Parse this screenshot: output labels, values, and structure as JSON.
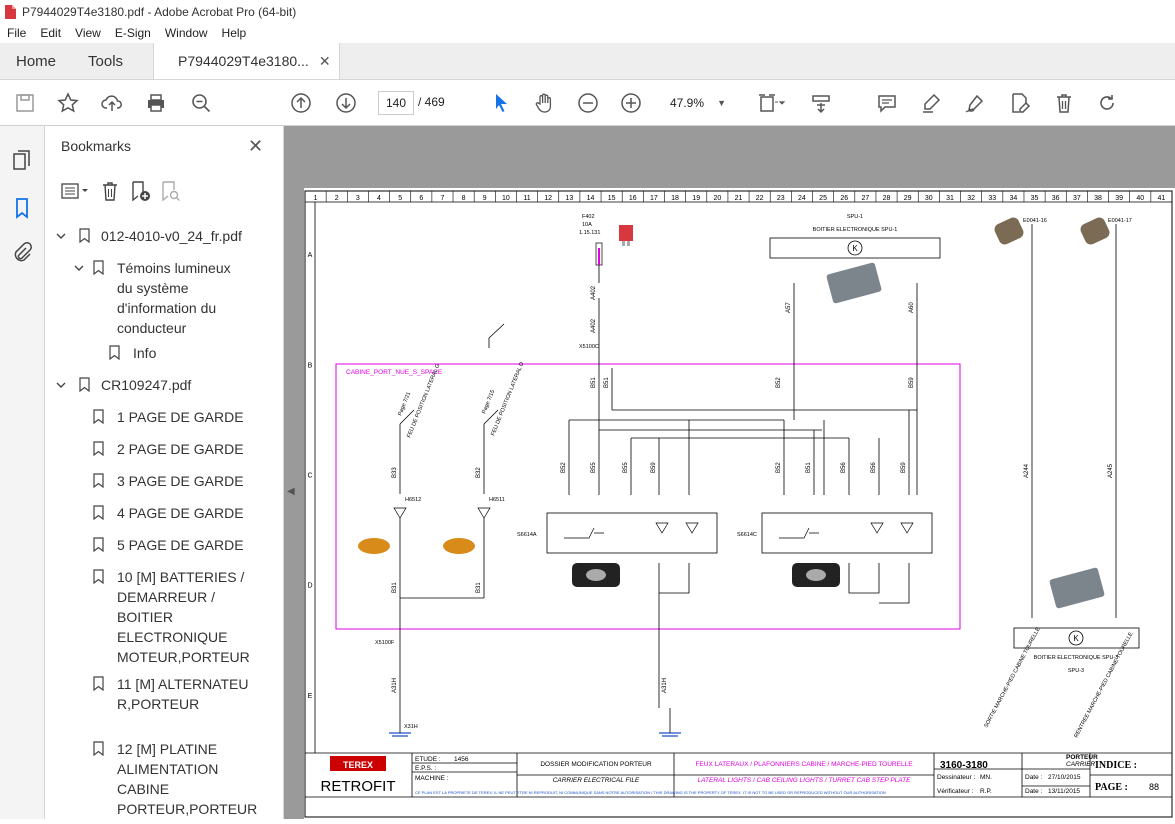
{
  "window": {
    "title": "P7944029T4e3180.pdf - Adobe Acrobat Pro (64-bit)"
  },
  "menu": [
    "File",
    "Edit",
    "View",
    "E-Sign",
    "Window",
    "Help"
  ],
  "tabs": {
    "home": "Home",
    "tools": "Tools",
    "doc": "P7944029T4e3180..."
  },
  "toolbar": {
    "page_current": "140",
    "page_total": "/  469",
    "zoom": "47.9%"
  },
  "bookmarks": {
    "title": "Bookmarks",
    "items": [
      "012-4010-v0_24_fr.pdf",
      "Témoins lumineux du système d'information du conducteur",
      "Info",
      "CR109247.pdf",
      "1 PAGE DE GARDE",
      "2 PAGE DE GARDE",
      "3 PAGE DE GARDE",
      "4 PAGE DE GARDE",
      "5 PAGE DE GARDE",
      "10 [M] BATTERIES / DEMARREUR / BOITIER ELECTRONIQUE MOTEUR,PORTEUR",
      "11 [M] ALTERNATEUR,PORTEUR",
      "12 [M] PLATINE ALIMENTATION CABINE PORTEUR,PORTEUR"
    ]
  },
  "schematic": {
    "cols": [
      "1",
      "2",
      "3",
      "4",
      "5",
      "6",
      "7",
      "8",
      "9",
      "10",
      "11",
      "12",
      "13",
      "14",
      "15",
      "16",
      "17",
      "18",
      "19",
      "20",
      "21",
      "22",
      "23",
      "24",
      "25",
      "26",
      "27",
      "28",
      "29",
      "30",
      "31",
      "32",
      "33",
      "34",
      "35",
      "36",
      "37",
      "38",
      "39",
      "40",
      "41"
    ],
    "rows": [
      "A",
      "B",
      "C",
      "D",
      "E"
    ],
    "box_label": "CABINE_PORT_NUE_S_SPACE",
    "spu1": "SPU-1",
    "spu1_label": "BOITIER ELECTRONIQUE SPU-1",
    "spu3": "SPU-3",
    "spu3_label": "BOITIER ELECTRONIQUE SPU-3",
    "fuse": "F402",
    "fuse2": "10A",
    "fuse3": "1.15.131",
    "feu_g": "FEU DE POSITION LATERAL G",
    "feu_d": "FEU DE POSITION LATERAL D",
    "page_a": "Page 7/21",
    "page_b": "Page 7/15",
    "h6512": "H6512",
    "h6511": "H6511",
    "s6614a": "S6614A",
    "s6614c": "S6614C",
    "wires": [
      "B33",
      "B32",
      "B31",
      "B31",
      "A402",
      "A402",
      "B51",
      "B51",
      "B52",
      "B55",
      "B55",
      "B59",
      "B52",
      "B51",
      "B56",
      "B56",
      "B59",
      "A57",
      "A60",
      "A31H",
      "A31H",
      "A244",
      "A245",
      "B52",
      "B59"
    ],
    "sortie": "SORTIE MARCHE-PIED CABINE TOURELLE",
    "rentree": "RENTREE MARCHE-PIED CABINE TOURELLE",
    "e0041_16": "E0041-16",
    "e0041_17": "E0041-17",
    "conn_a": "X5100C",
    "conn_f": "X5100F",
    "gnd": "X31H"
  },
  "titleblock": {
    "brand": "TEREX",
    "retrofit": "RETROFIT",
    "etude_l": "ETUDE :",
    "etude_v": "1456",
    "eps_l": "E.P.S. :",
    "machine_l": "MACHINE :",
    "dossier": "DOSSIER MODIFICATION PORTEUR",
    "carrier": "CARRIER ELECTRICAL FILE",
    "feux_fr": "FEUX LATERAUX / PLAFONNIERS CABINE / MARCHE-PIED TOURELLE",
    "feux_en": "LATERAL LIGHTS / CAB CEILING LIGHTS / TURRET CAB STEP PLATE",
    "model": "3160-3180",
    "porteur": "PORTEUR",
    "porteur_en": "CARRIER",
    "dessinateur_l": "Dessinateur :",
    "dessinateur_v": "MN.",
    "verificateur_l": "Vérificateur :",
    "verificateur_v": "R.P.",
    "date_l": "Date :",
    "date1": "27/10/2015",
    "date2": "13/11/2015",
    "indice": "INDICE :",
    "page_l": "PAGE :",
    "page_v": "88",
    "legal": "CE PLAN EST LA PROPRIETE DE TEREX. IL NE PEUT ETRE NI REPRODUIT, NI COMMUNIQUE SANS NOTRE AUTORISATION / THIS DRAWING IS THE PROPERTY OF TEREX. IT IS NOT TO BE USED OR REPRODUCED WITHOUT OUR AUTHORISATION"
  },
  "colors": {
    "accent_red": "#d7373f",
    "schematic_box": "#e000e0",
    "wire_black": "#000000"
  }
}
